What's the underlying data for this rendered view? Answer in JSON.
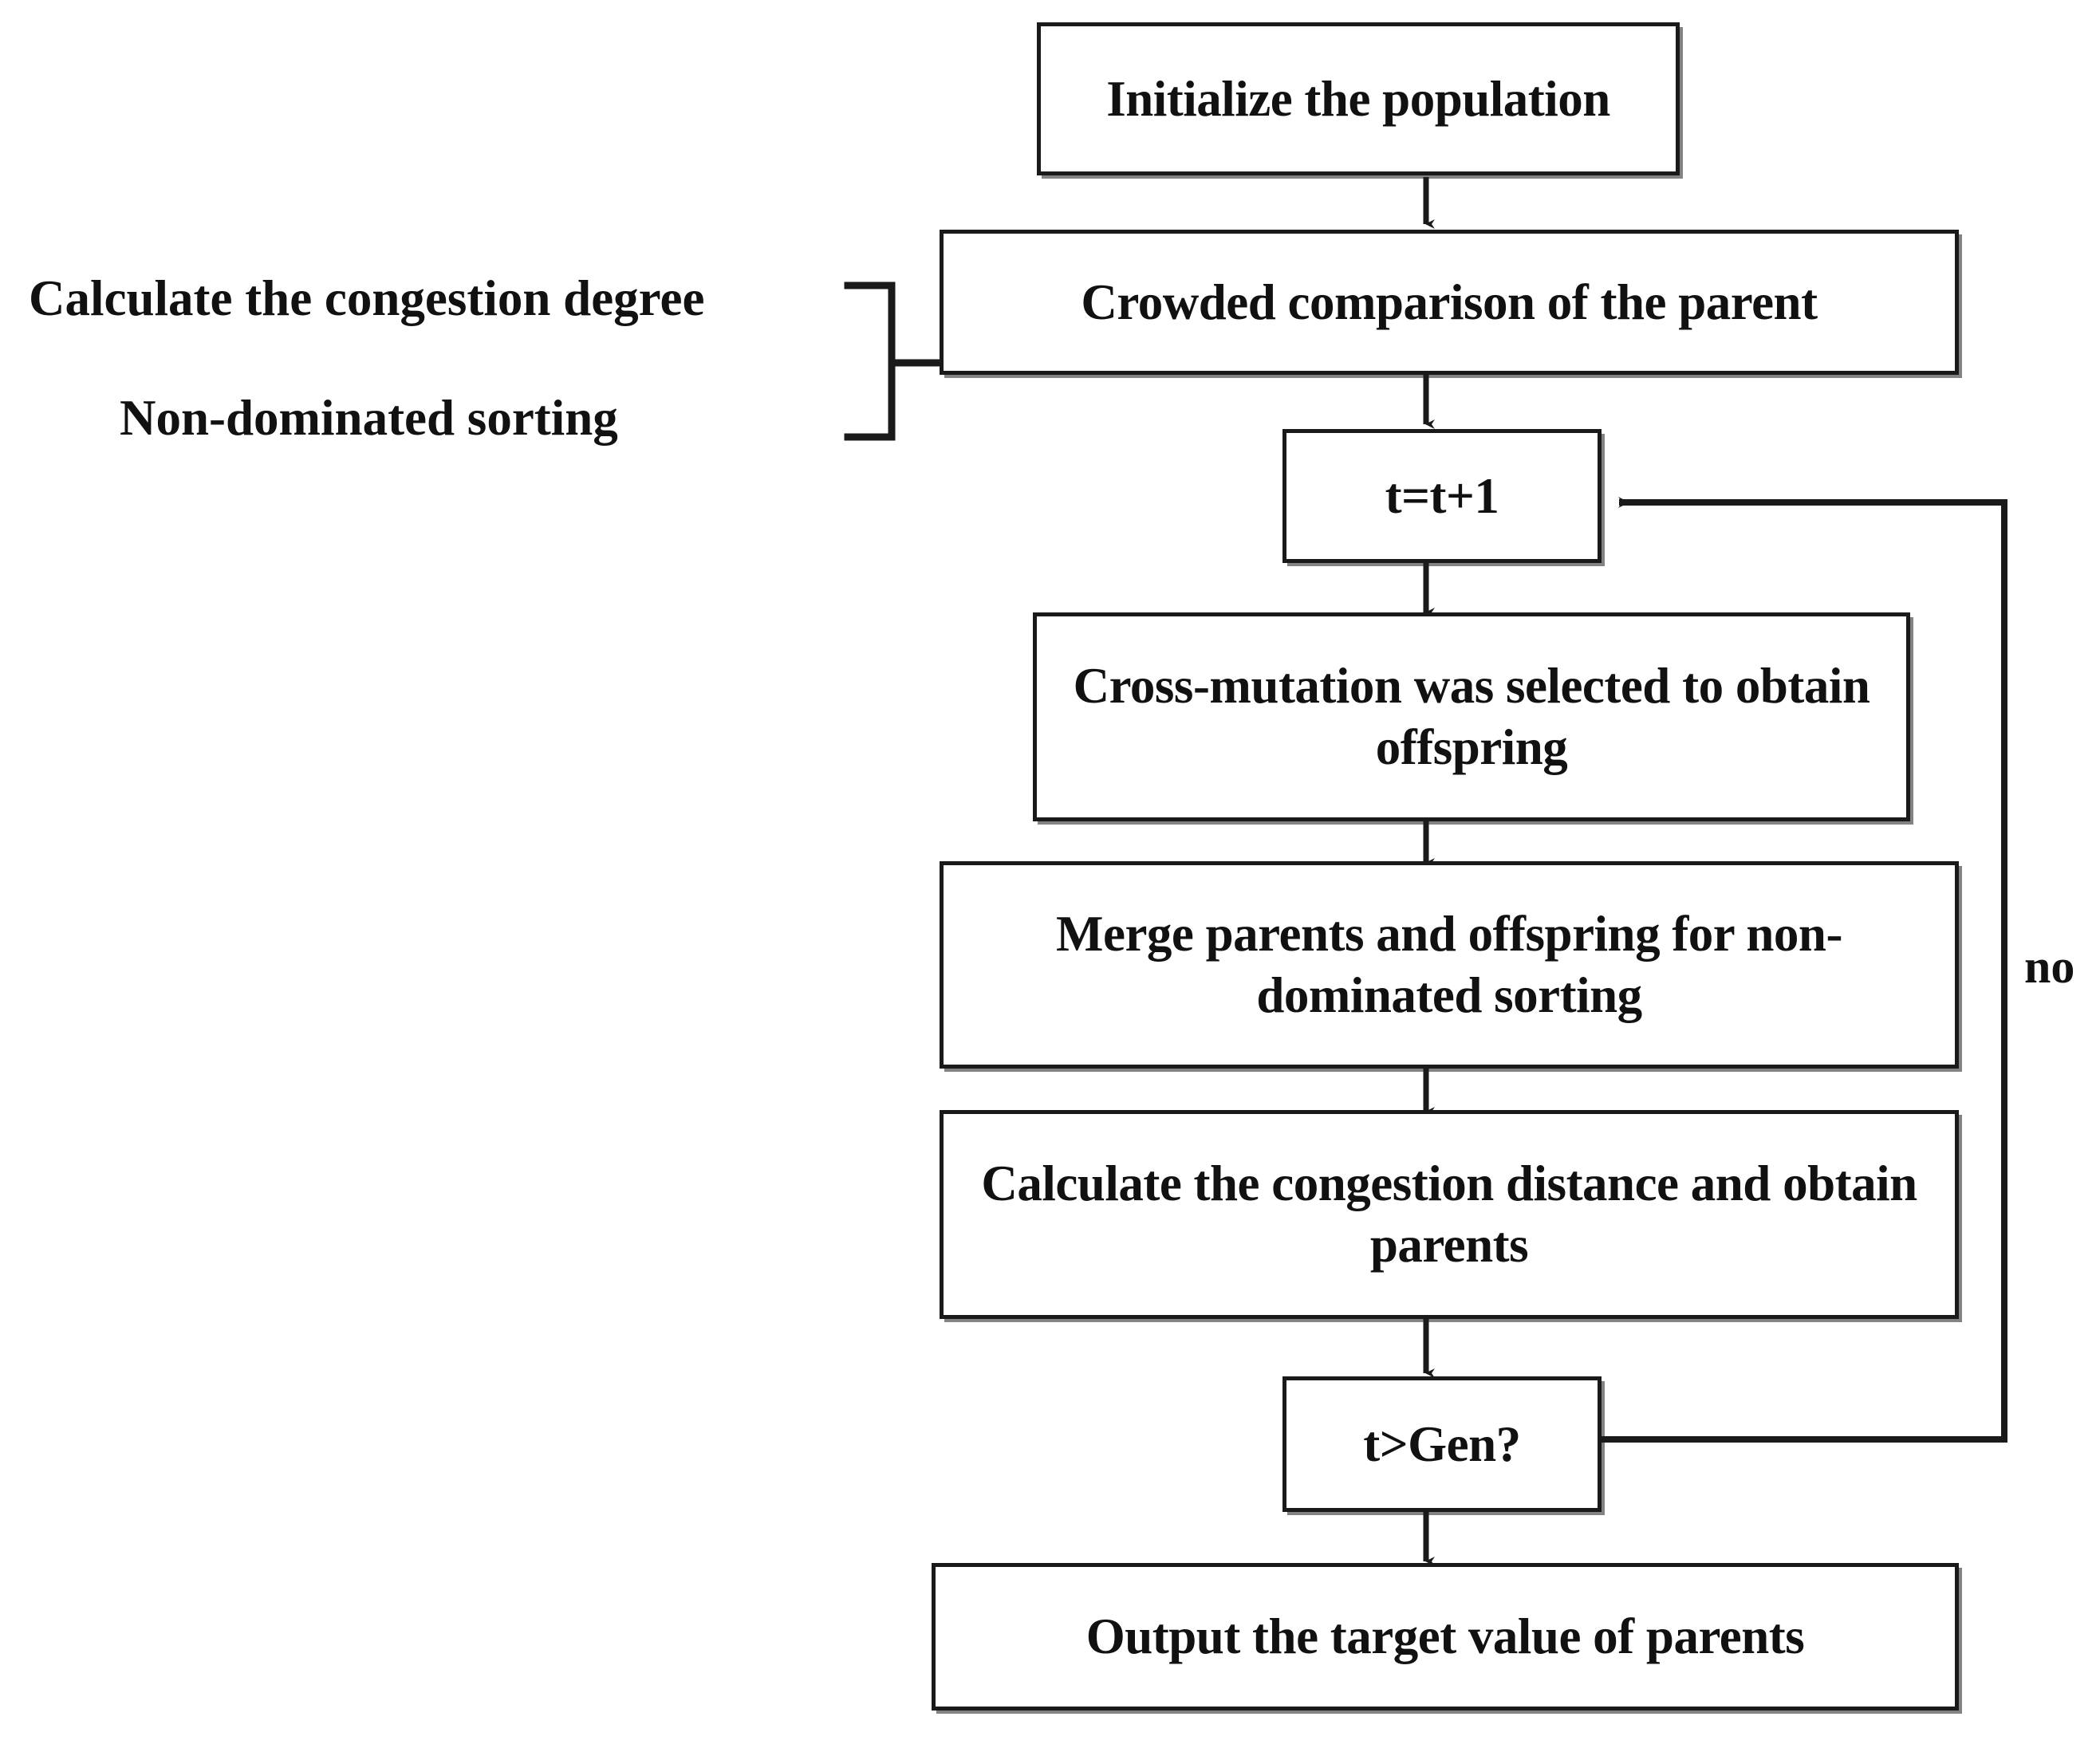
{
  "diagram": {
    "title_text": "",
    "line_color": "#1a1a1a",
    "box_fill": "#ffffff",
    "text_color": "#111111",
    "nodes": [
      {
        "id": "initialize",
        "label": "Initialize the population"
      },
      {
        "id": "crowded-comparison",
        "label": "Crowded comparison of the parent"
      },
      {
        "id": "increment",
        "label": "t=t+1"
      },
      {
        "id": "cross-mutation",
        "label": "Cross-mutation was selected to obtain offspring"
      },
      {
        "id": "merge",
        "label": "Merge parents and offspring for non-dominated sorting"
      },
      {
        "id": "congestion",
        "label": "Calculate the congestion distance and obtain parents"
      },
      {
        "id": "decision",
        "label": "t>Gen?"
      },
      {
        "id": "output",
        "label": "Output the target value of parents"
      }
    ],
    "annotation": {
      "line1": "Calculate the congestion degree",
      "line2": "Non-dominated sorting",
      "bracket": "right-curly-brace"
    },
    "edge_labels": {
      "feedback_no": "no"
    }
  }
}
